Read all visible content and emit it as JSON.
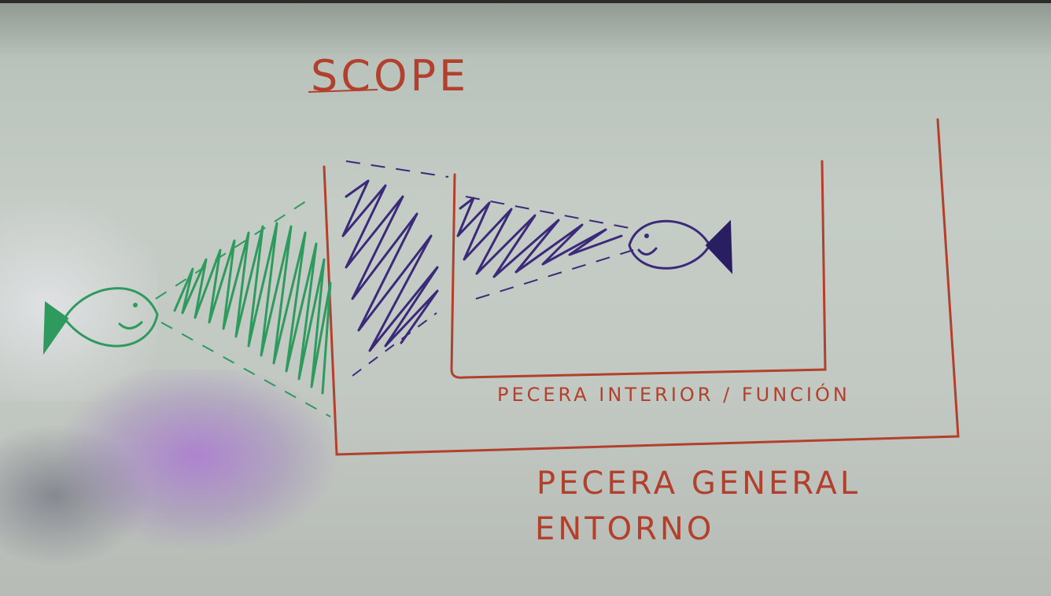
{
  "title": "SCOPE",
  "inner_label": "PECERA INTERIOR / FUNCIÓN",
  "outer_label_line1": "PECERA GENERAL",
  "outer_label_line2": "ENTORNO",
  "colors": {
    "marker_red": "#b3402c",
    "marker_green": "#2e9a5e",
    "marker_purple": "#3b2a7a"
  },
  "icons": [
    "green-fish-icon",
    "purple-fish-icon"
  ]
}
